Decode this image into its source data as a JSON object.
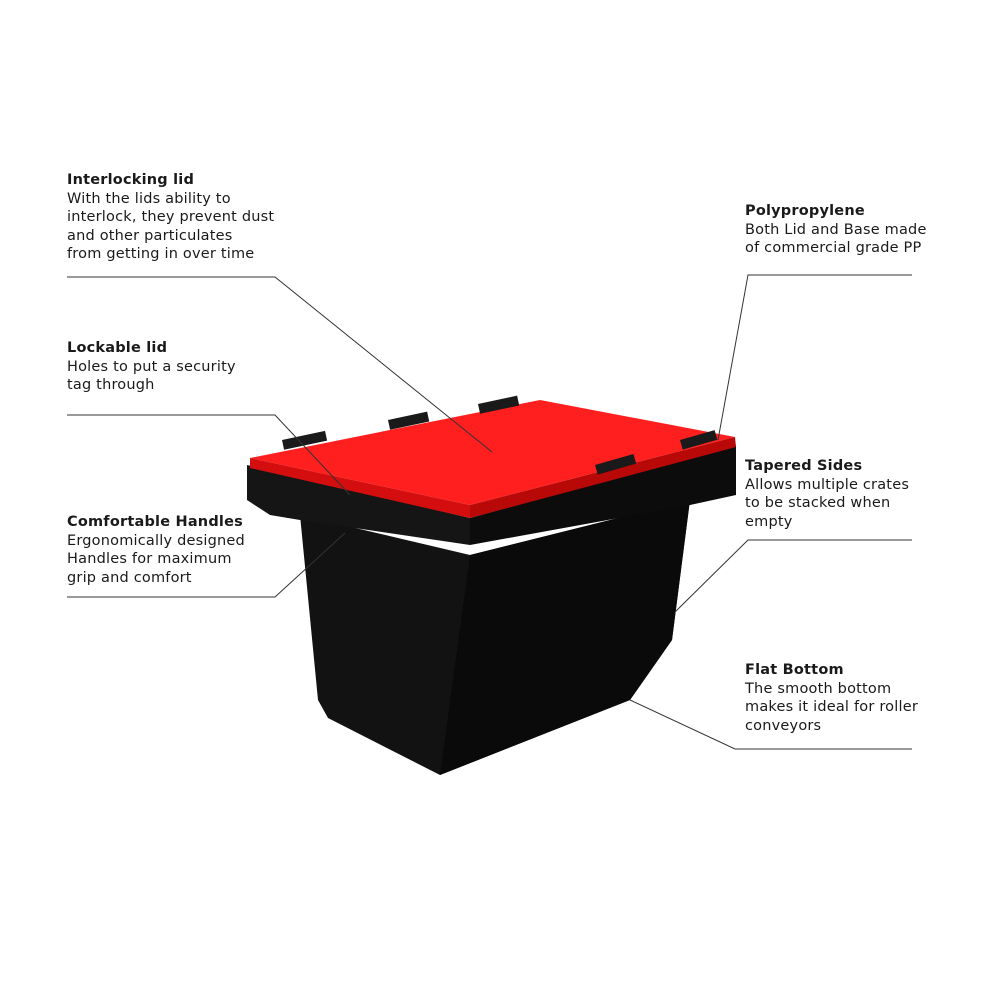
{
  "colors": {
    "lid": "#ff1a1a",
    "lid_shade": "#d40e0e",
    "body": "#111111",
    "line": "#333333"
  },
  "callouts": {
    "interlocking": {
      "title": "Interlocking lid",
      "desc": "With the lids ability to\ninterlock, they prevent dust\nand other particulates\nfrom getting in over time"
    },
    "lockable": {
      "title": "Lockable lid",
      "desc": "Holes to put a security\ntag through"
    },
    "handles": {
      "title": "Comfortable Handles",
      "desc": "Ergonomically designed\nHandles for maximum\ngrip and comfort"
    },
    "polypropylene": {
      "title": "Polypropylene",
      "desc": "Both Lid and Base made\nof commercial grade PP"
    },
    "tapered": {
      "title": "Tapered Sides",
      "desc": "Allows multiple crates\nto be stacked when\nempty"
    },
    "flat": {
      "title": "Flat Bottom",
      "desc": "The smooth bottom\nmakes it ideal for roller\nconveyors"
    }
  }
}
